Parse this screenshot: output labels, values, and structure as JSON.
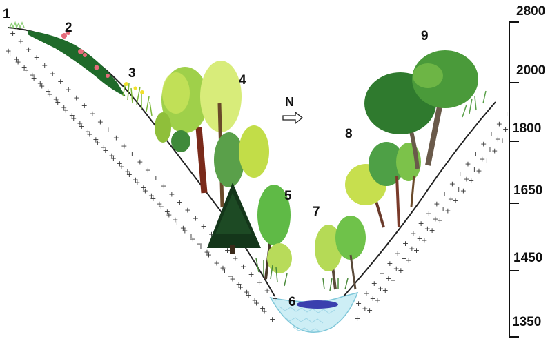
{
  "zone_labels": {
    "z1": "1",
    "z2": "2",
    "z3": "3",
    "z4": "4",
    "z5": "5",
    "z6": "6",
    "z7": "7",
    "z8": "8",
    "z9": "9"
  },
  "direction": {
    "label": "N"
  },
  "altitude_scale": {
    "ticks": [
      "2800",
      "2000",
      "1800",
      "1650",
      "1450",
      "1350"
    ]
  },
  "colors": {
    "slope_outline": "#222222",
    "water": "#3a3fae",
    "water_bed": "#bfe8f0",
    "dark_forest": "#1f5a24",
    "bright_foliage": "#b9d63a",
    "mid_foliage": "#6db33f",
    "trunk": "#7a2a1a"
  }
}
